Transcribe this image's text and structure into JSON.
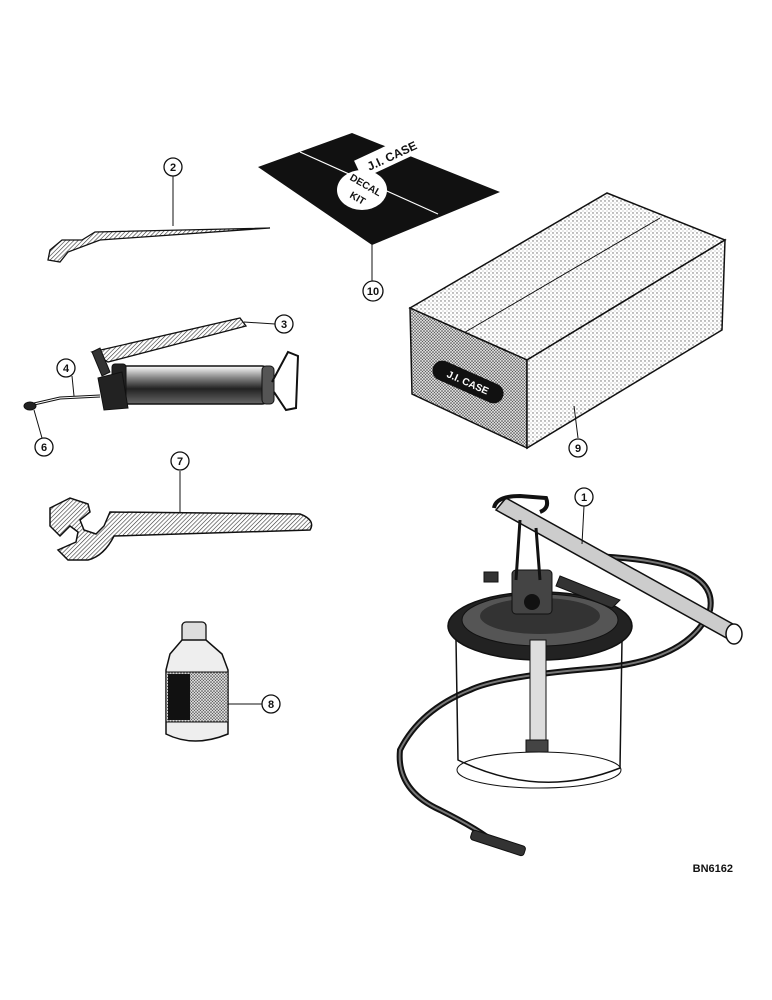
{
  "drawing_id": "BN6162",
  "callouts": [
    "1",
    "2",
    "3",
    "4",
    "6",
    "7",
    "8",
    "9",
    "10"
  ],
  "decal_kit": {
    "brand": "J.I. CASE",
    "line1": "DECAL",
    "line2": "KIT"
  },
  "box_logo": "J.I. CASE",
  "colors": {
    "ink": "#111111",
    "paper": "#ffffff",
    "hatch": "#555555"
  }
}
